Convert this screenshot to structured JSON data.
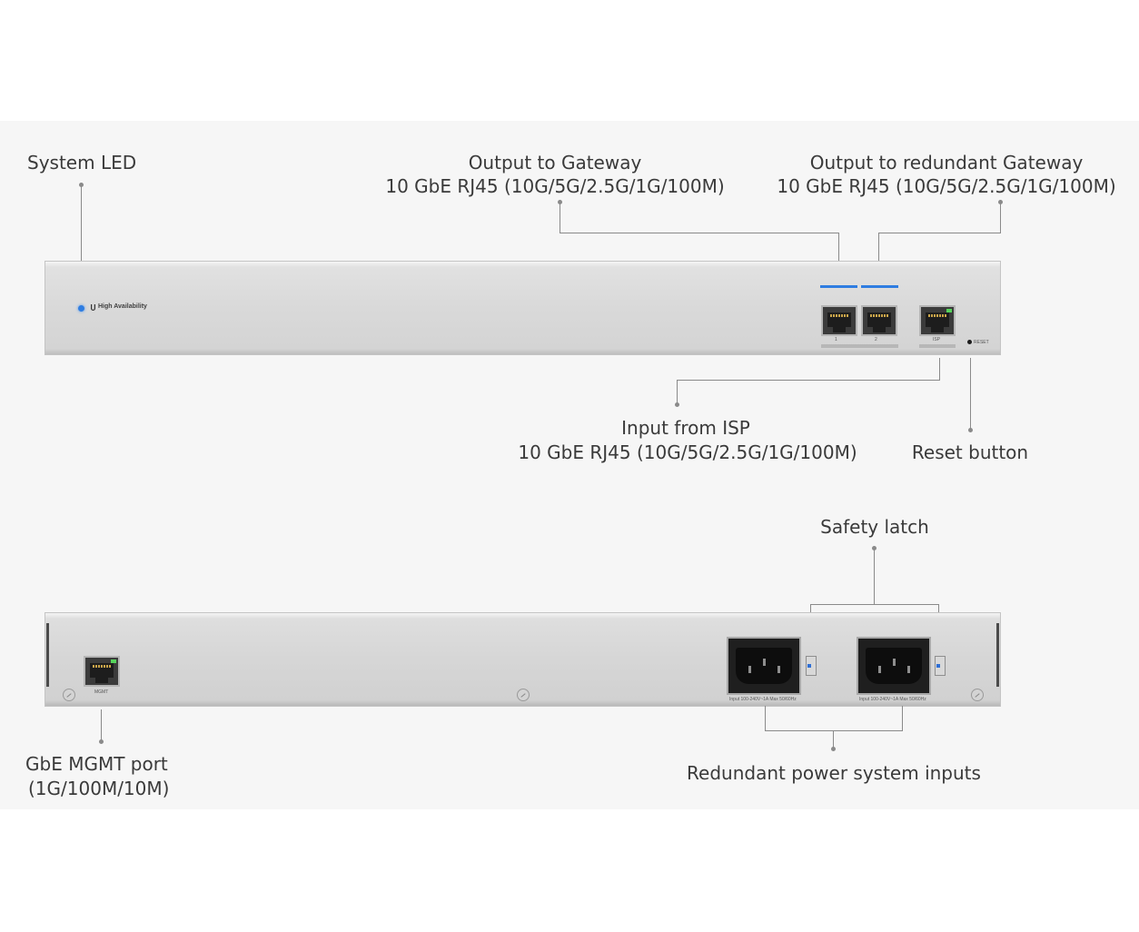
{
  "labels": {
    "system_led": "System LED",
    "output_gateway_title": "Output to Gateway",
    "output_gateway_spec": "10 GbE RJ45 (10G/5G/2.5G/1G/100M)",
    "output_redundant_title": "Output to redundant Gateway",
    "output_redundant_spec": "10 GbE RJ45 (10G/5G/2.5G/1G/100M)",
    "input_isp_title": "Input from ISP",
    "input_isp_spec": "10 GbE RJ45 (10G/5G/2.5G/1G/100M)",
    "reset_button": "Reset button",
    "safety_latch": "Safety latch",
    "mgmt_port_title": "GbE MGMT port",
    "mgmt_port_spec": "(1G/100M/10M)",
    "redundant_power": "Redundant power system inputs"
  },
  "device": {
    "front_brand": "High Availability",
    "port1_label": "1",
    "port2_label": "2",
    "isp_label": "ISP",
    "reset_label": "RESET",
    "mgmt_label": "MGMT",
    "psu1_rating": "Input 100-240V~1A Max 50/60Hz",
    "psu2_rating": "Input 100-240V~1A Max 50/60Hz"
  },
  "colors": {
    "led": "#2f7de1",
    "port_activity": "#56d35b",
    "background": "#f6f6f6"
  }
}
